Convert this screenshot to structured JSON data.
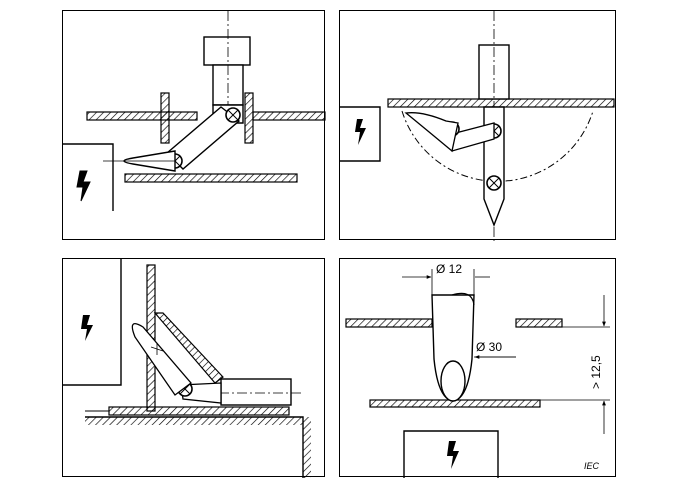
{
  "figure": {
    "dimensions": {
      "diameter_finger": "Ø 12",
      "diameter_sphere": "Ø 30",
      "clearance": "> 12,5"
    },
    "watermark": "IEC"
  },
  "icons": {
    "hazard_symbol": "high-voltage-lightning-icon"
  }
}
